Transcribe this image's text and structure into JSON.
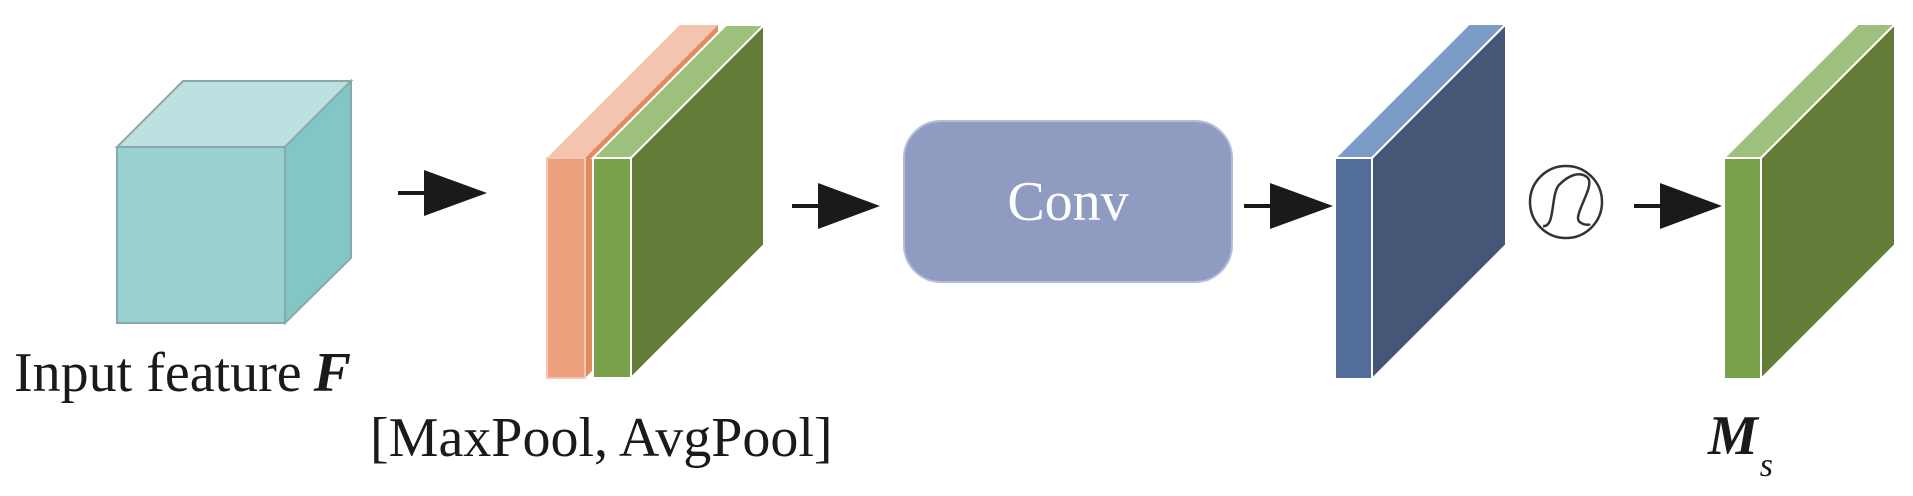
{
  "labels": {
    "input_text": "Input feature",
    "input_var": "F",
    "pool": "[MaxPool, AvgPool]",
    "conv": "Conv",
    "output_main": "M",
    "output_sub": "s"
  },
  "colors": {
    "input_cube_front": "#99d0d0",
    "input_cube_top": "#bbe0df",
    "input_cube_side": "#84c6c6",
    "maxpool_front": "#eca07c",
    "maxpool_top": "#f3c5ae",
    "avgpool_front": "#78a14a",
    "avgpool_top": "#9ec07e",
    "avgpool_side": "#637c38",
    "conv_box": "#909bc2",
    "conv_output_front": "#536d9a",
    "conv_output_top": "#7b9cc9",
    "conv_output_side": "#455676",
    "ms_front": "#78a14a",
    "ms_top": "#9ec07e",
    "ms_side": "#637c38",
    "arrow": "#1a1a1a"
  },
  "icons": {
    "activation": "sigmoid-icon",
    "arrow": "arrow-right-icon"
  }
}
